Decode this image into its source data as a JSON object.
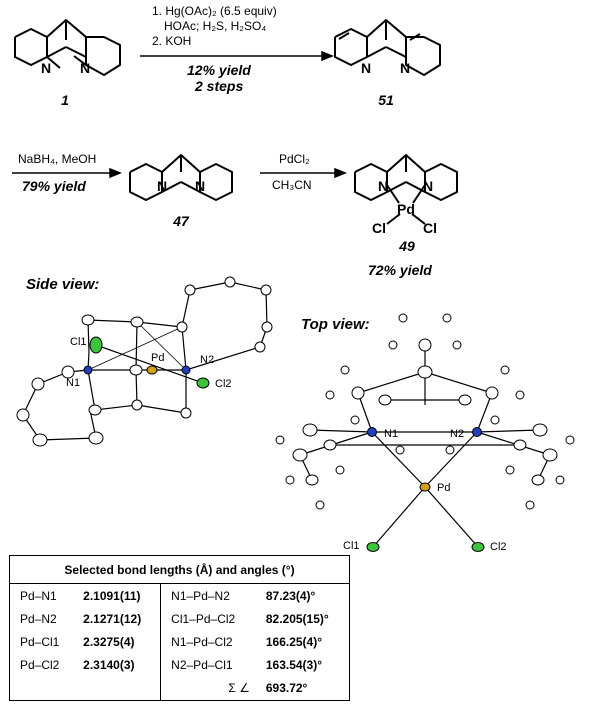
{
  "scheme": {
    "row1": {
      "compound_left": "1",
      "compound_right": "51",
      "conditions": [
        "1. Hg(OAc)₂ (6.5 equiv)",
        "HOAc; H₂S, H₂SO₄",
        "2. KOH"
      ],
      "yield_line1": "12% yield",
      "yield_line2": "2 steps"
    },
    "row2": {
      "reagent1": "NaBH₄, MeOH",
      "yield1": "79% yield",
      "compound_mid": "47",
      "reagent2_line1": "PdCl₂",
      "reagent2_line2": "CH₃CN",
      "compound_right": "49",
      "yield2": "72% yield"
    },
    "atoms": {
      "N": "N",
      "Pd": "Pd",
      "Cl": "Cl"
    }
  },
  "views": {
    "side_label": "Side view:",
    "top_label": "Top view:",
    "side_atoms": {
      "cl1": "Cl1",
      "pd": "Pd",
      "n2": "N2",
      "n1": "N1",
      "cl2": "Cl2"
    },
    "top_atoms": {
      "n1": "N1",
      "n2": "N2",
      "pd": "Pd",
      "cl1": "Cl1",
      "cl2": "Cl2"
    },
    "colors": {
      "pd": "#d4a017",
      "n": "#1f3fbf",
      "cl": "#3cc43c"
    }
  },
  "table": {
    "title": "Selected bond lengths (Å) and angles (°)",
    "rows": [
      {
        "bond": "Pd–N1",
        "length": "2.1091(11)",
        "angle_name": "N1–Pd–N2",
        "angle": "87.23(4)°"
      },
      {
        "bond": "Pd–N2",
        "length": "2.1271(12)",
        "angle_name": "Cl1–Pd–Cl2",
        "angle": "82.205(15)°"
      },
      {
        "bond": "Pd–Cl1",
        "length": "2.3275(4)",
        "angle_name": "N1–Pd–Cl2",
        "angle": "166.25(4)°"
      },
      {
        "bond": "Pd–Cl2",
        "length": "2.3140(3)",
        "angle_name": "N2–Pd–Cl1",
        "angle": "163.54(3)°"
      },
      {
        "bond": "",
        "length": "",
        "angle_name": "Σ ∠",
        "angle": "693.72°"
      }
    ]
  }
}
